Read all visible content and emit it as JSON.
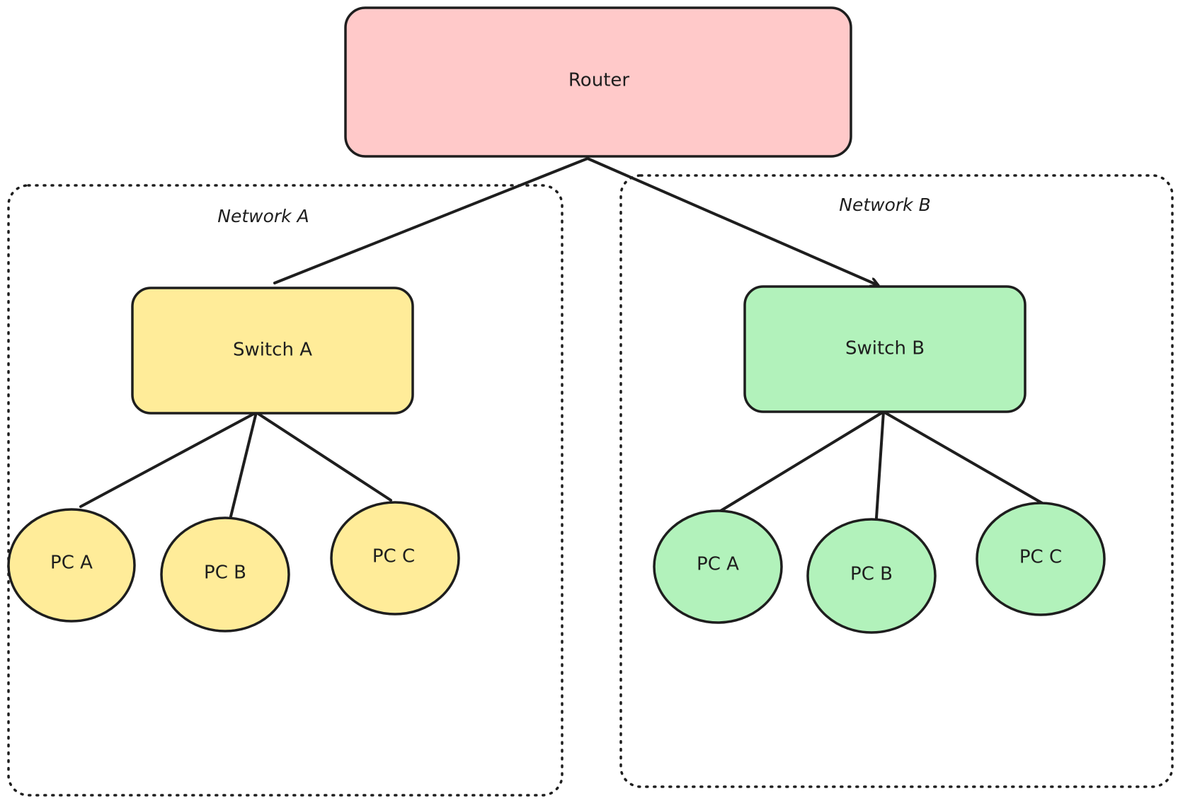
{
  "colors": {
    "stroke": "#1e1e1e",
    "router_fill": "#ffc9c9",
    "network_a_fill": "#ffec99",
    "network_b_fill": "#b2f2bb",
    "background": "#ffffff"
  },
  "router": {
    "label": "Router"
  },
  "network_a": {
    "title": "Network A",
    "switch": {
      "label": "Switch A"
    },
    "pcs": [
      {
        "label": "PC A"
      },
      {
        "label": "PC B"
      },
      {
        "label": "PC C"
      }
    ]
  },
  "network_b": {
    "title": "Network B",
    "switch": {
      "label": "Switch B"
    },
    "pcs": [
      {
        "label": "PC A"
      },
      {
        "label": "PC B"
      },
      {
        "label": "PC C"
      }
    ]
  }
}
